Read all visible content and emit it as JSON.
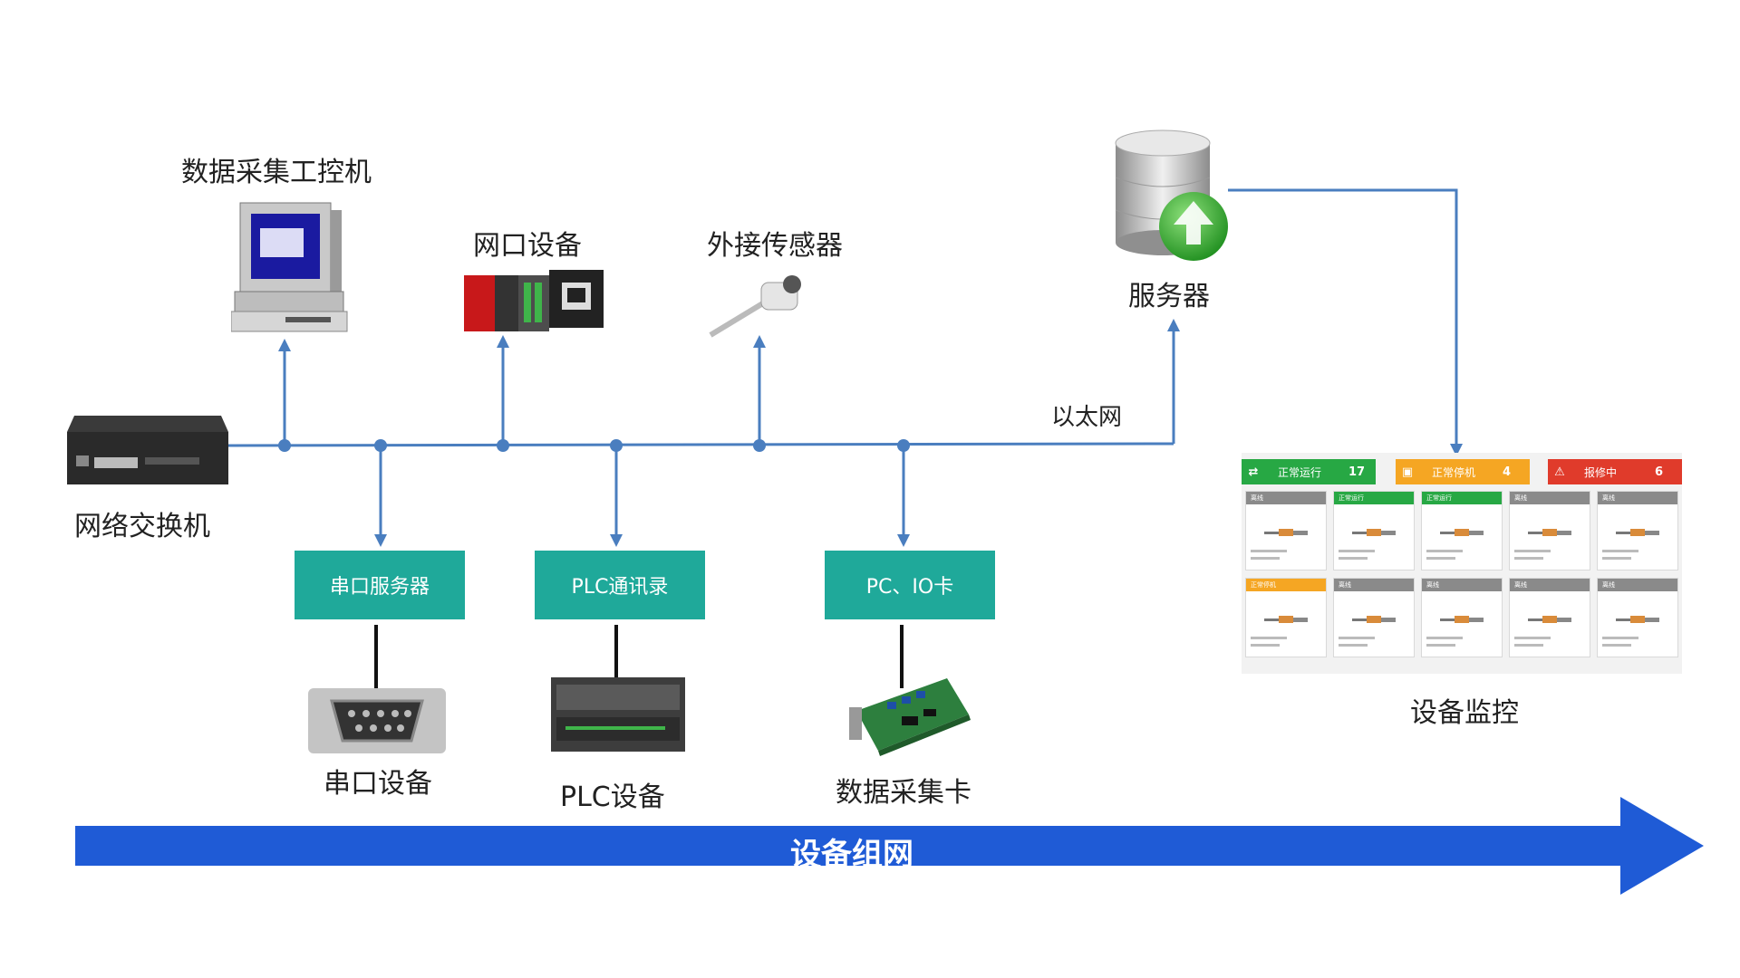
{
  "labels": {
    "ipc": "数据采集工控机",
    "net_device": "网口设备",
    "sensor": "外接传感器",
    "server": "服务器",
    "switch": "网络交换机",
    "ethernet": "以太网",
    "serial_device": "串口设备",
    "plc_device": "PLC设备",
    "daq_card": "数据采集卡",
    "monitor": "设备监控"
  },
  "boxes": {
    "serial_server": "串口服务器",
    "plc_comm": "PLC通讯录",
    "pc_io": "PC、IO卡"
  },
  "banner": "设备组网",
  "monitor_panel": {
    "stats": [
      {
        "label": "正常运行",
        "count": "17",
        "color": "#27a844"
      },
      {
        "label": "正常停机",
        "count": "4",
        "color": "#f5a623"
      },
      {
        "label": "报修中",
        "count": "6",
        "color": "#e03b2b"
      }
    ],
    "cards_row1": [
      {
        "status": "离线",
        "color": "#8a8a8a"
      },
      {
        "status": "正常运行",
        "color": "#27a844"
      },
      {
        "status": "正常运行",
        "color": "#27a844"
      },
      {
        "status": "离线",
        "color": "#8a8a8a"
      },
      {
        "status": "离线",
        "color": "#8a8a8a"
      }
    ],
    "cards_row2": [
      {
        "status": "正常停机",
        "color": "#f5a623"
      },
      {
        "status": "离线",
        "color": "#8a8a8a"
      },
      {
        "status": "离线",
        "color": "#8a8a8a"
      },
      {
        "status": "离线",
        "color": "#8a8a8a"
      },
      {
        "status": "离线",
        "color": "#8a8a8a"
      }
    ]
  },
  "colors": {
    "wire": "#4a7ebf",
    "box": "#1fa99a",
    "banner": "#1f5bd6"
  }
}
